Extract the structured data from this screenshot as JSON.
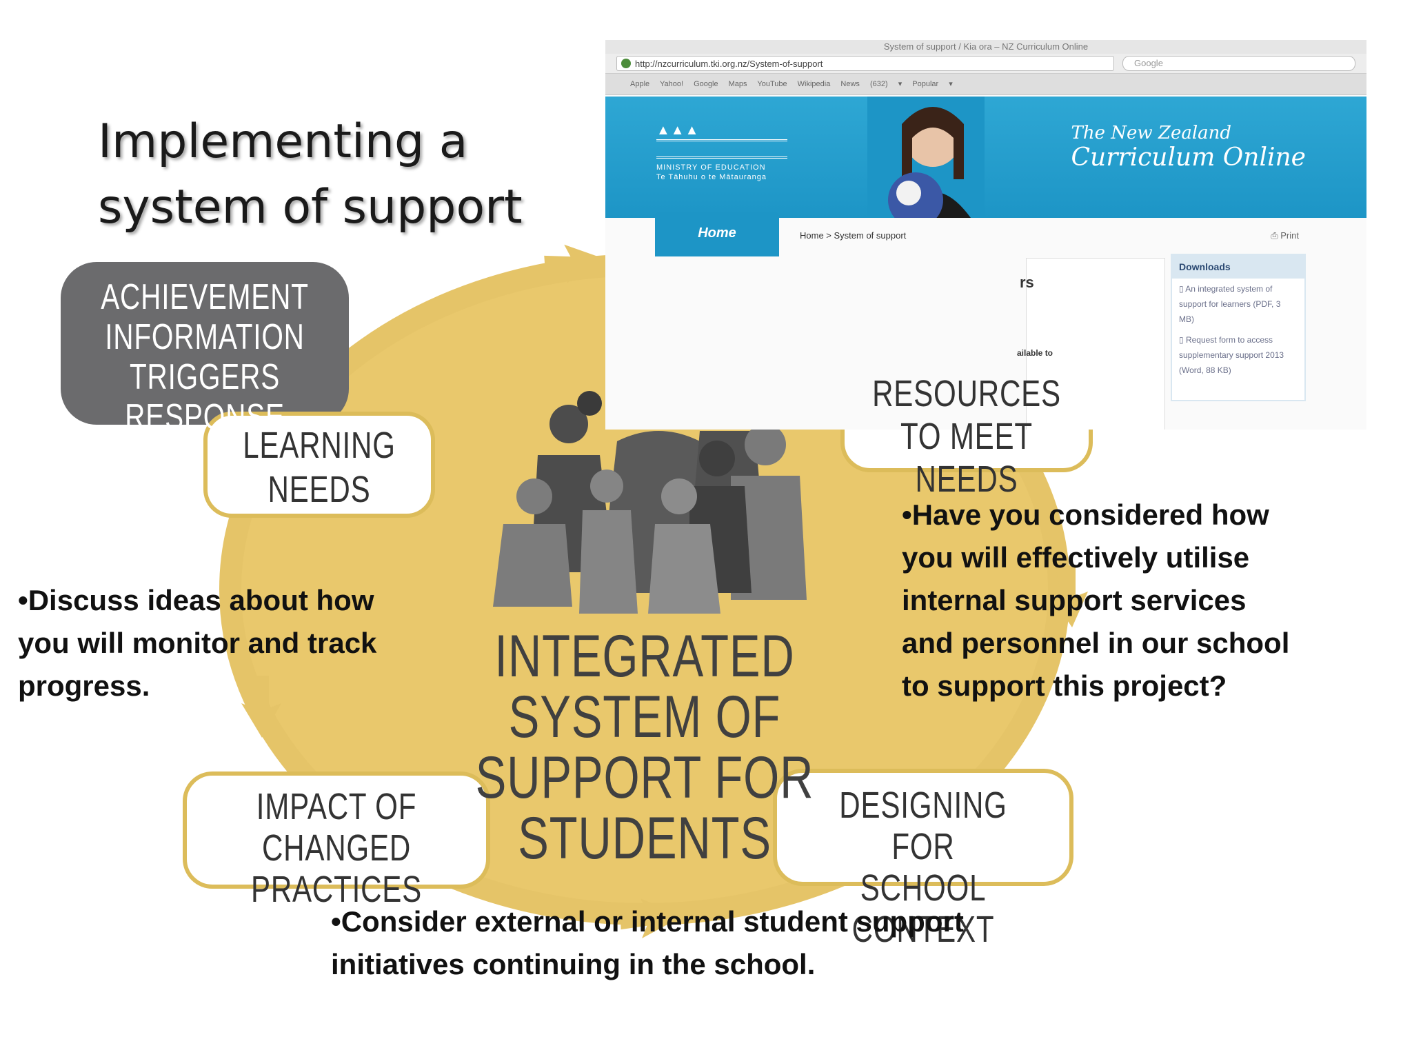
{
  "title": {
    "line1": "Implementing a",
    "line2": "system of support"
  },
  "browser": {
    "window_title": "System of support / Kia ora – NZ Curriculum Online",
    "url": "http://nzcurriculum.tki.org.nz/System-of-support",
    "search_placeholder": "Google",
    "bookmarks": "Apple Yahoo! Google Maps YouTube Wikipedia News (632) ▾ Popular ▾",
    "ministry_label": "MINISTRY OF EDUCATION",
    "ministry_sub": "Te Tāhuhu o te Mātauranga",
    "site_name_line1": "The New Zealand",
    "site_name_line2": "Curriculum Online",
    "home_tab": "Home",
    "breadcrumb": "Home > System of support",
    "print_label": "Print",
    "fragment_heading": "rs",
    "fragment_text": "ailable to",
    "downloads_heading": "Downloads",
    "download_item_1": "An integrated system of support for learners (PDF, 3 MB)",
    "download_item_2": "Request form to access supplementary support 2013 (Word, 88 KB)"
  },
  "diagram": {
    "stages": {
      "achievement_line1": "ACHIEVEMENT",
      "achievement_line2": "INFORMATION",
      "achievement_line3": "TRIGGERS RESPONSE",
      "learning_line1": "LEARNING",
      "learning_line2": "NEEDS",
      "resources_line1": "RESOURCES",
      "resources_line2": "TO MEET NEEDS",
      "designing_line1": "DESIGNING FOR",
      "designing_line2": "SCHOOL CONTEXT",
      "impact_line1": "IMPACT OF",
      "impact_line2": "CHANGED PRACTICES"
    },
    "center_line1": "INTEGRATED SYSTEM OF",
    "center_line2": "SUPPORT FOR STUDENTS",
    "colors": {
      "ring": "#e5c468",
      "dark_box": "#6b6b6d",
      "text_gray": "#404040",
      "silhouette": "#6d6d6d"
    }
  },
  "bullets": {
    "left": [
      "•Discuss ideas about how",
      "you will monitor and track",
      "progress."
    ],
    "right": [
      "•Have you considered how",
      "you will effectively utilise",
      "internal support services",
      "and personnel in our school",
      "to support this project?"
    ],
    "bottom": [
      "•Consider external or internal student support",
      "initiatives continuing in the school."
    ]
  }
}
